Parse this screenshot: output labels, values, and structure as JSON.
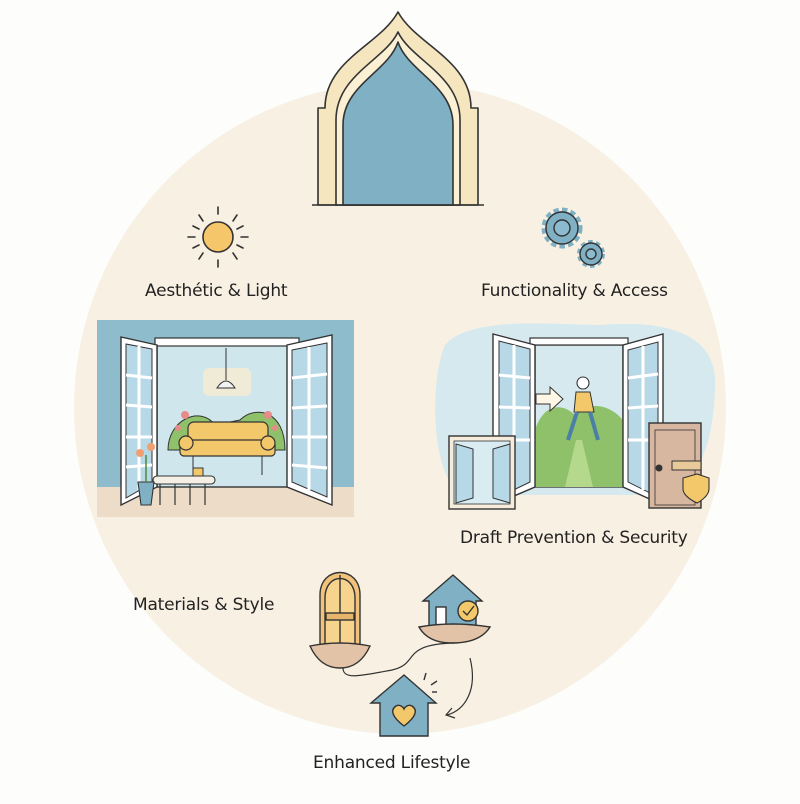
{
  "diagram": {
    "background_circle_color": "#f8f1e3",
    "labels": {
      "aesthetic": "Aesthétic & Light",
      "functionality": "Functionality & Access",
      "draft": "Draft Prevention & Security",
      "materials": "Materials & Style",
      "lifestyle": "Enhanced Lifestyle"
    },
    "icons": {
      "top": "ogee-arch-window-icon",
      "sun": "sun-icon",
      "gears": "gears-icon",
      "living_room": "french-doors-living-room-illustration",
      "access": "french-doors-walkway-illustration",
      "materials": "wooden-door-on-scale-icon",
      "house_check": "house-checkmark-on-scale-icon",
      "house_heart": "house-heart-icon"
    },
    "colors": {
      "blue": "#7fb0c4",
      "cream": "#f6e6bf",
      "yellow": "#f2c86a",
      "green": "#8fc06a",
      "stroke": "#333333",
      "wood": "#dbb27a",
      "door_brown": "#d7b7a0"
    }
  }
}
